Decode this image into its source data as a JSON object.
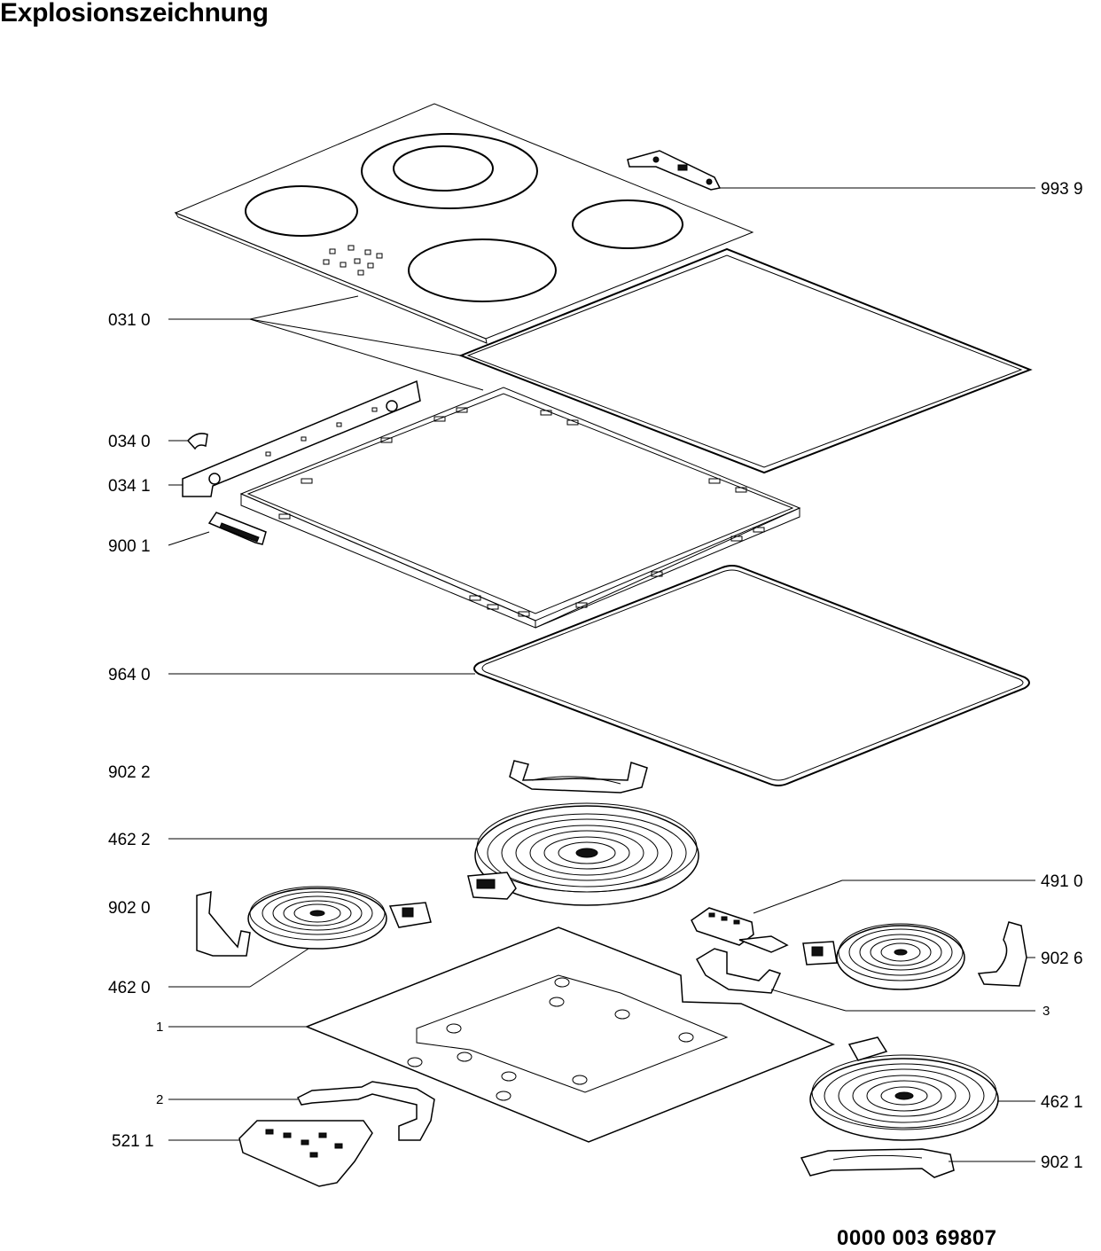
{
  "title": "Explosionszeichnung",
  "document_number": "0000 003 69807",
  "callouts": [
    {
      "id": "9939",
      "text": "993 9"
    },
    {
      "id": "0310",
      "text": "031 0"
    },
    {
      "id": "0340",
      "text": "034 0"
    },
    {
      "id": "0341",
      "text": "034 1"
    },
    {
      "id": "9001",
      "text": "900 1"
    },
    {
      "id": "9640",
      "text": "964 0"
    },
    {
      "id": "9022",
      "text": "902 2"
    },
    {
      "id": "4622",
      "text": "462 2"
    },
    {
      "id": "4910",
      "text": "491 0"
    },
    {
      "id": "9020",
      "text": "902 0"
    },
    {
      "id": "9026",
      "text": "902 6"
    },
    {
      "id": "4620",
      "text": "462 0"
    },
    {
      "id": "3",
      "text": "3"
    },
    {
      "id": "1",
      "text": "1"
    },
    {
      "id": "4621",
      "text": "462 1"
    },
    {
      "id": "2",
      "text": "2"
    },
    {
      "id": "5211",
      "text": "521 1"
    },
    {
      "id": "9021",
      "text": "902 1"
    }
  ]
}
